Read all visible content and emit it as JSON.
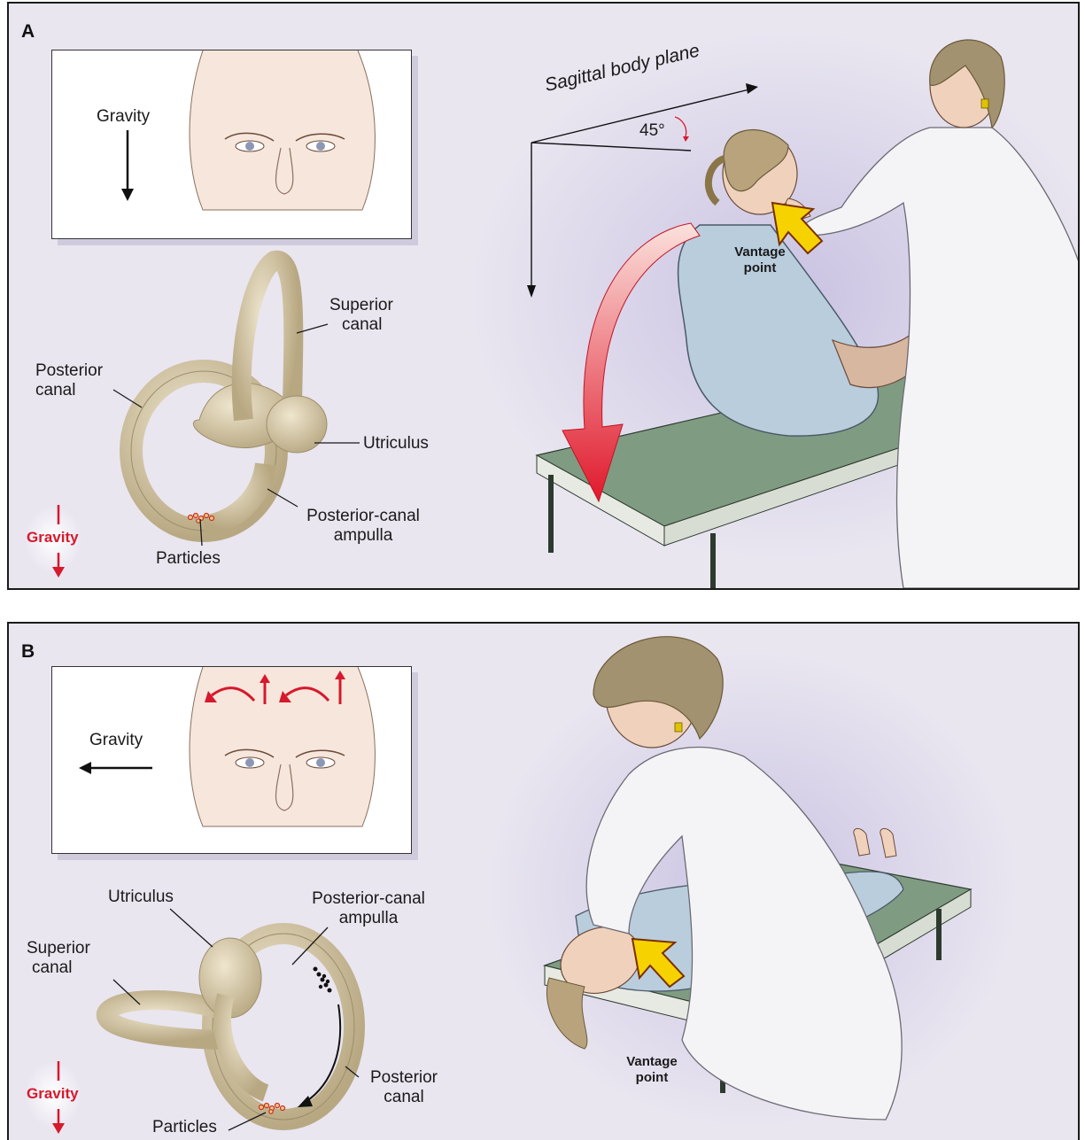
{
  "panel_a": {
    "letter": "A",
    "inset_gravity": "Gravity",
    "sagittal": "Sagittal body plane",
    "angle": "45°",
    "vantage_line1": "Vantage",
    "vantage_line2": "point",
    "superior_line1": "Superior",
    "superior_line2": "canal",
    "posterior_line1": "Posterior",
    "posterior_line2": "canal",
    "utriculus": "Utriculus",
    "ampulla_line1": "Posterior-canal",
    "ampulla_line2": "ampulla",
    "particles": "Particles",
    "gravity_badge": "Gravity"
  },
  "panel_b": {
    "letter": "B",
    "inset_gravity": "Gravity",
    "utriculus": "Utriculus",
    "ampulla_line1": "Posterior-canal",
    "ampulla_line2": "ampulla",
    "superior_line1": "Superior",
    "superior_line2": "canal",
    "posterior_line1": "Posterior",
    "posterior_line2": "canal",
    "particles": "Particles",
    "gravity_badge": "Gravity",
    "vantage_line1": "Vantage",
    "vantage_line2": "point"
  },
  "colors": {
    "panel_bg": "#e9e6f0",
    "canal": "#d8ccae",
    "red_arrow": "#d6192c",
    "vantage_arrow": "#f6d200",
    "table_top": "#7f9c82",
    "gown": "#b9cddd",
    "coat": "#f4f4f6"
  }
}
